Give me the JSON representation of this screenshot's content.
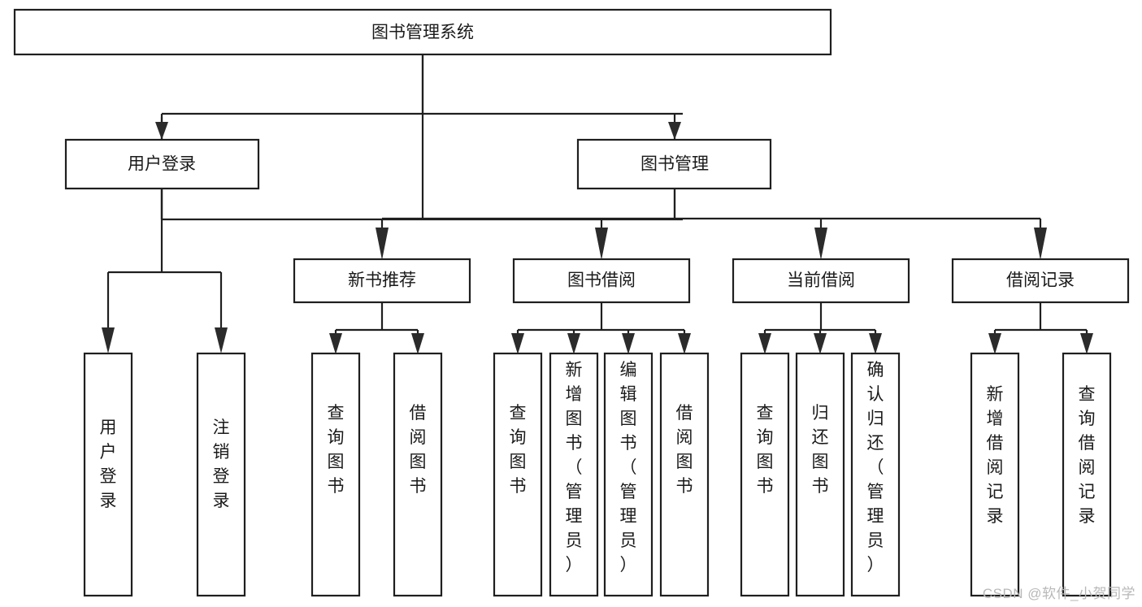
{
  "diagram": {
    "type": "tree-hierarchy-chart",
    "title_node": {
      "id": "root",
      "label": "图书管理系统"
    },
    "colors": {
      "box_stroke": "#1f1f1f",
      "box_fill": "#ffffff",
      "connector": "#1f1f1f",
      "text": "#1a1a1a",
      "watermark": "#b8b8b8",
      "background": "#ffffff"
    },
    "level2": [
      {
        "id": "user-login",
        "label": "用户登录"
      },
      {
        "id": "book-manage",
        "label": "图书管理"
      }
    ],
    "level3": [
      {
        "id": "new-book-rec",
        "label": "新书推荐",
        "parent": "book-manage"
      },
      {
        "id": "book-borrow",
        "label": "图书借阅",
        "parent": "book-manage"
      },
      {
        "id": "current-borrow",
        "label": "当前借阅",
        "parent": "book-manage"
      },
      {
        "id": "borrow-record",
        "label": "借阅记录",
        "parent": "book-manage"
      }
    ],
    "leaves": {
      "user-login": [
        {
          "id": "leaf-user-login",
          "label": "用户登录"
        },
        {
          "id": "leaf-logout-login",
          "label": "注销登录"
        }
      ],
      "new-book-rec": [
        {
          "id": "leaf-query-book-1",
          "label": "查询图书"
        },
        {
          "id": "leaf-borrow-book-1",
          "label": "借阅图书"
        }
      ],
      "book-borrow": [
        {
          "id": "leaf-query-book-2",
          "label": "查询图书"
        },
        {
          "id": "leaf-add-book",
          "label": "新增图书（管理员）"
        },
        {
          "id": "leaf-edit-book",
          "label": "编辑图书（管理员）"
        },
        {
          "id": "leaf-borrow-book-2",
          "label": "借阅图书"
        }
      ],
      "current-borrow": [
        {
          "id": "leaf-query-book-3",
          "label": "查询图书"
        },
        {
          "id": "leaf-return-book",
          "label": "归还图书"
        },
        {
          "id": "leaf-confirm-return",
          "label": "确认归还（管理员）"
        }
      ],
      "borrow-record": [
        {
          "id": "leaf-add-record",
          "label": "新增借阅记录"
        },
        {
          "id": "leaf-query-record",
          "label": "查询借阅记录"
        }
      ]
    },
    "watermark": "CSDN @软件_小贺同学"
  }
}
